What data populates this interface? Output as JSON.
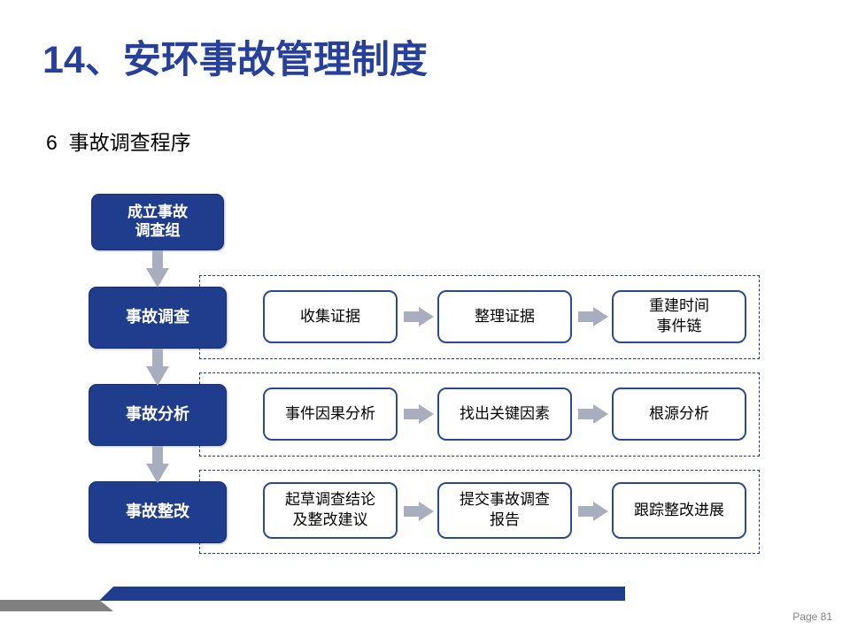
{
  "slide": {
    "title": "14、安环事故管理制度",
    "subtitle": "6  事故调查程序",
    "page_label": "Page 81",
    "colors": {
      "title_blue": "#27409B",
      "stage_blue": "#1F3D8C",
      "step_border": "#2B4A96",
      "arrow_gray": "#A9AEBE",
      "footer_gray": "#808080",
      "page_number_gray": "#808080"
    }
  },
  "flow": {
    "stages": [
      {
        "label": "成立事故\n调查组"
      },
      {
        "label": "事故调查"
      },
      {
        "label": "事故分析"
      },
      {
        "label": "事故整改"
      }
    ],
    "stage_connectors": [
      {
        "icon": "arrow-down-icon"
      },
      {
        "icon": "arrow-down-icon"
      },
      {
        "icon": "arrow-down-icon"
      }
    ],
    "groups": [
      {
        "stage": "事故调查",
        "steps": [
          {
            "label": "收集证据"
          },
          {
            "label": "整理证据"
          },
          {
            "label": "重建时间\n事件链"
          }
        ],
        "connectors": [
          {
            "icon": "arrow-right-icon"
          },
          {
            "icon": "arrow-right-icon"
          }
        ]
      },
      {
        "stage": "事故分析",
        "steps": [
          {
            "label": "事件因果分析"
          },
          {
            "label": "找出关键因素"
          },
          {
            "label": "根源分析"
          }
        ],
        "connectors": [
          {
            "icon": "arrow-right-icon"
          },
          {
            "icon": "arrow-right-icon"
          }
        ]
      },
      {
        "stage": "事故整改",
        "steps": [
          {
            "label": "起草调查结论\n及整改建议"
          },
          {
            "label": "提交事故调查\n报告"
          },
          {
            "label": "跟踪整改进展"
          }
        ],
        "connectors": [
          {
            "icon": "arrow-right-icon"
          },
          {
            "icon": "arrow-right-icon"
          }
        ]
      }
    ]
  }
}
